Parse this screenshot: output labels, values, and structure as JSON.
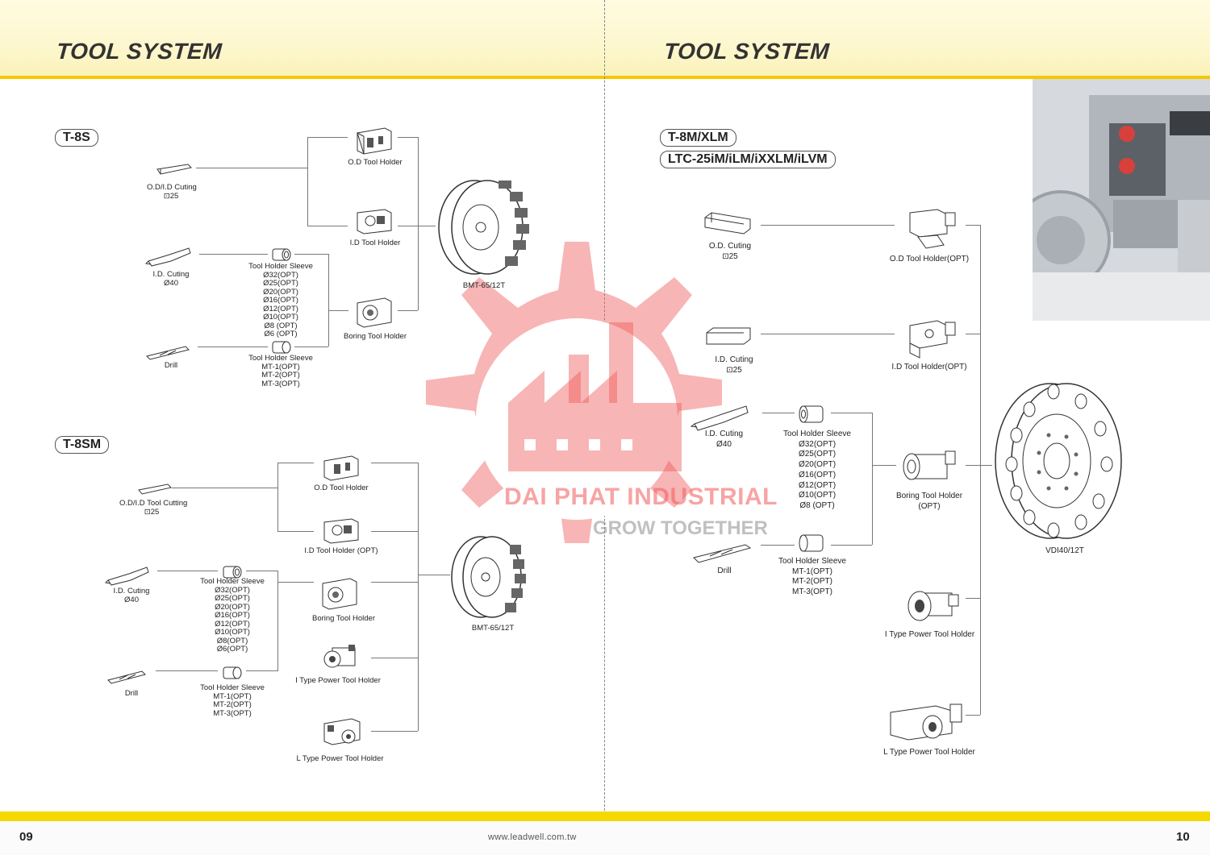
{
  "left_page": {
    "title": "TOOL SYSTEM",
    "page_number": "09",
    "website": "www.leadwell.com.tw",
    "t8s": {
      "tag": "T-8S",
      "od_id_cutting": [
        "O.D/I.D Cuting",
        "⊡25"
      ],
      "id_cutting": [
        "I.D. Cuting",
        "Ø40"
      ],
      "drill": "Drill",
      "sleeve_a": [
        "Tool Holder Sleeve",
        "Ø32(OPT)",
        "Ø25(OPT)",
        "Ø20(OPT)",
        "Ø16(OPT)",
        "Ø12(OPT)",
        "Ø10(OPT)",
        "Ø8 (OPT)",
        "Ø6 (OPT)"
      ],
      "sleeve_b": [
        "Tool Holder Sleeve",
        "MT-1(OPT)",
        "MT-2(OPT)",
        "MT-3(OPT)"
      ],
      "od_holder": "O.D Tool Holder",
      "id_holder": "I.D Tool Holder",
      "boring_holder": "Boring Tool Holder",
      "turret": "BMT-65/12T"
    },
    "t8sm": {
      "tag": "T-8SM",
      "od_id_cutting": [
        "O.D/I.D Tool Cutting",
        "⊡25"
      ],
      "id_cutting": [
        "I.D. Cuting",
        "Ø40"
      ],
      "drill": "Drill",
      "sleeve_a": [
        "Tool Holder Sleeve",
        "Ø32(OPT)",
        "Ø25(OPT)",
        "Ø20(OPT)",
        "Ø16(OPT)",
        "Ø12(OPT)",
        "Ø10(OPT)",
        "Ø8(OPT)",
        "Ø6(OPT)"
      ],
      "sleeve_b": [
        "Tool Holder Sleeve",
        "MT-1(OPT)",
        "MT-2(OPT)",
        "MT-3(OPT)"
      ],
      "od_holder": "O.D Tool Holder",
      "id_holder": "I.D Tool Holder (OPT)",
      "boring_holder": "Boring Tool Holder",
      "i_power": "I Type Power Tool Holder",
      "l_power": "L Type Power Tool Holder",
      "turret": "BMT-65/12T"
    }
  },
  "right_page": {
    "title": "TOOL SYSTEM",
    "page_number": "10",
    "tag_1": "T-8M/XLM",
    "tag_2": "LTC-25iM/iLM/iXXLM/iLVM",
    "od_cutting": [
      "O.D. Cuting",
      "⊡25"
    ],
    "id_cutting_sq": [
      "I.D. Cuting",
      "⊡25"
    ],
    "id_cutting": [
      "I.D. Cuting",
      "Ø40"
    ],
    "drill": "Drill",
    "sleeve_a": [
      "Tool Holder Sleeve",
      "Ø32(OPT)",
      "Ø25(OPT)",
      "Ø20(OPT)",
      "Ø16(OPT)",
      "Ø12(OPT)",
      "Ø10(OPT)",
      "Ø8 (OPT)"
    ],
    "sleeve_b": [
      "Tool Holder Sleeve",
      "MT-1(OPT)",
      "MT-2(OPT)",
      "MT-3(OPT)"
    ],
    "od_holder": "O.D Tool Holder(OPT)",
    "id_holder": "I.D Tool Holder(OPT)",
    "boring_holder": [
      "Boring Tool Holder",
      "(OPT)"
    ],
    "i_power": "I Type Power Tool Holder",
    "l_power": "L Type Power Tool Holder",
    "turret": "VDI40/12T"
  },
  "watermark": {
    "line1": "DAI PHAT INDUSTRIAL",
    "line2": "GROW TOGETHER"
  },
  "colors": {
    "accent_yellow": "#f5d800",
    "header_band": "#fdf7cf",
    "watermark_red": "#f05a5a"
  }
}
